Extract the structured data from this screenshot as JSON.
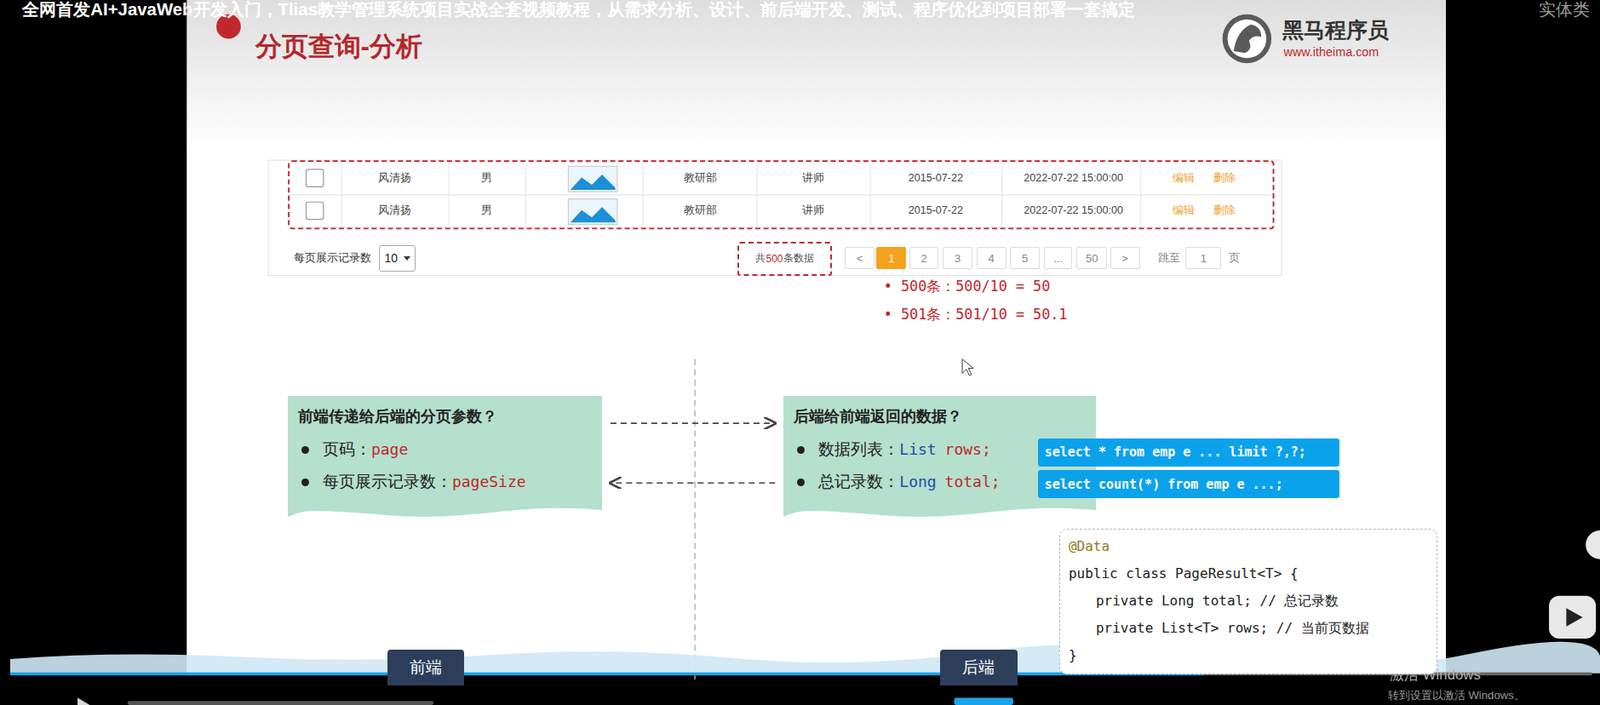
{
  "diagram": {
    "title": "分页查询-分析",
    "nodes": [
      {
        "text": [
          "前端传递给后端的分页参数？",
          "页码：",
          "page",
          "每页展示记录数：",
          "pageSize"
        ]
      },
      {
        "text": [
          "后端给前端返回的数据？",
          "数据列表：",
          "List",
          "rows;",
          "总记录数：",
          "Long",
          "total;"
        ]
      },
      {
        "text": [
          "select * from emp e ... limit ?,?;"
        ]
      },
      {
        "text": [
          "select count(*) from emp e ...;"
        ]
      },
      {
        "text": [
          "@Data",
          "public class PageResult<T> {",
          "private Long total; // 总记录数",
          "private List<T> rows; // 当前页数据",
          "}"
        ]
      },
      {
        "text": [
          "共",
          "500",
          "条数据"
        ]
      },
      {
        "text": [
          "10"
        ]
      },
      {
        "text": [
          "<"
        ]
      },
      {
        "text": [
          "1"
        ]
      },
      {
        "text": [
          "2"
        ]
      },
      {
        "text": [
          "3"
        ]
      },
      {
        "text": [
          "4"
        ]
      },
      {
        "text": [
          "5"
        ]
      },
      {
        "text": [
          "..."
        ]
      },
      {
        "text": [
          "50"
        ]
      },
      {
        "text": [
          ">"
        ]
      },
      {
        "text": [
          "1"
        ]
      },
      {
        "text": [
          "前端"
        ]
      },
      {
        "text": [
          "后端"
        ]
      }
    ],
    "edges": [
      {
        "from": 0,
        "to": 1,
        "arrow": "to"
      },
      {
        "from": 1,
        "to": 0,
        "arrow": "to"
      }
    ],
    "labels": [
      "全网首发AI+JavaWeb开发入门，Tlias教学管理系统项目实战全套视频教程，从需求分析、设计、前后端开发、测试、程序优化到项目部署一套搞定",
      "实体类",
      "黑马程序员",
      "www.itheima.com",
      "风清扬",
      "男",
      "教研部",
      "讲师",
      "2015-07-22",
      "2022-07-22 15:00:00",
      "编辑",
      "删除",
      "风清扬",
      "男",
      "教研部",
      "讲师",
      "2015-07-22",
      "2022-07-22 15:00:00",
      "编辑",
      "删除",
      "每页展示记录数",
      "跳至",
      "页",
      "• 500条：500/10 = 50",
      "• 501条：501/10 = 50.1",
      "激活 Windows",
      "转到设置以激活 Windows。"
    ]
  }
}
